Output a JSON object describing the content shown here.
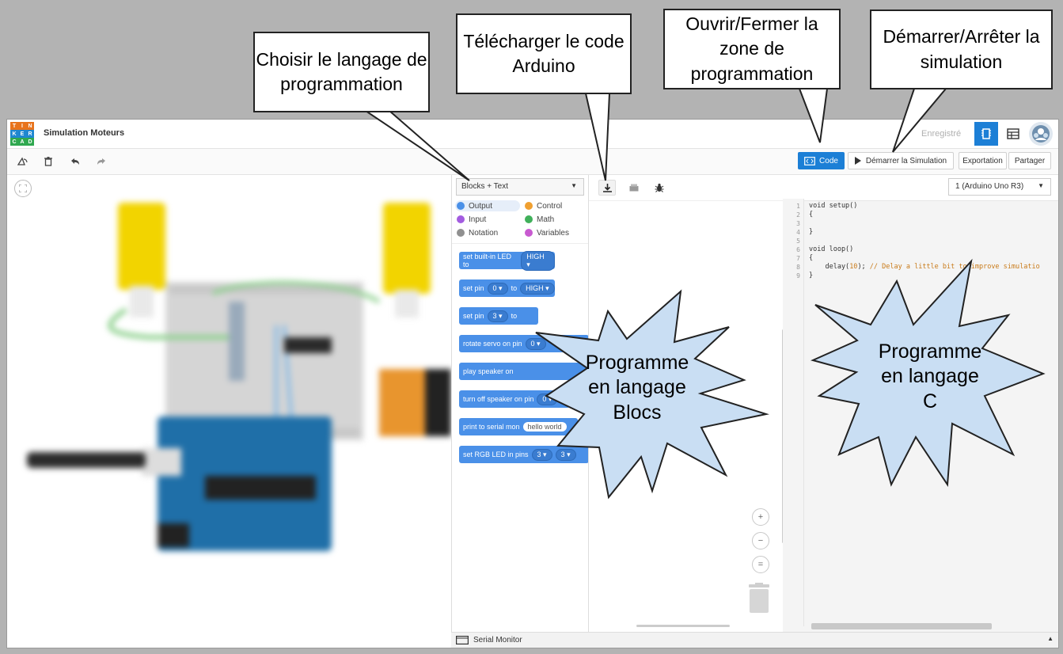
{
  "app": {
    "logo_letters": [
      "T",
      "I",
      "N",
      "K",
      "E",
      "R",
      "C",
      "A",
      "D"
    ],
    "project_title": "Simulation Moteurs",
    "saved_status": "Enregistré",
    "colors": {
      "accent": "#1c7fd6",
      "block_blue": "#4a90e8",
      "logo_orange": "#e8731c",
      "logo_blue": "#1f87d0",
      "logo_green": "#2fa84f"
    }
  },
  "toolbar": {
    "icons": [
      "rotate-icon",
      "trash-icon",
      "undo-icon",
      "redo-icon"
    ],
    "code_label": "Code",
    "start_sim_label": "Démarrer la Simulation",
    "export_label": "Exportation",
    "share_label": "Partager"
  },
  "blocks_panel": {
    "language_select": "Blocks + Text",
    "categories": [
      {
        "label": "Output",
        "color": "#4a90e8"
      },
      {
        "label": "Control",
        "color": "#f0a030"
      },
      {
        "label": "Input",
        "color": "#a35ce0"
      },
      {
        "label": "Math",
        "color": "#40b05a"
      },
      {
        "label": "Notation",
        "color": "#909090"
      },
      {
        "label": "Variables",
        "color": "#c85ad0"
      }
    ],
    "blocks": {
      "b1_text": "set built-in LED to",
      "b1_val": "HIGH ▾",
      "b2_text": "set pin",
      "b2_pin": "0 ▾",
      "b2_to": "to",
      "b2_val": "HIGH ▾",
      "b3_text": "set pin",
      "b3_pin": "3 ▾",
      "b3_to": "to",
      "b4_text": "rotate servo on pin",
      "b4_pin": "0 ▾",
      "b5_text": "play speaker on",
      "b6_text": "turn off speaker on pin",
      "b6_pin": "0 ▾",
      "b7_text": "print to serial mon",
      "b7_val": "hello world",
      "b8_text": "set RGB LED in pins",
      "b8_p1": "3 ▾",
      "b8_p2": "3 ▾"
    }
  },
  "workspace": {
    "tools": [
      "download-icon",
      "library-icon",
      "bug-icon"
    ],
    "zoom": [
      "+",
      "−",
      "="
    ]
  },
  "code_panel": {
    "board_select": "1 (Arduino Uno R3)",
    "line_numbers": [
      "1",
      "2",
      "3",
      "4",
      "5",
      "6",
      "7",
      "8",
      "9"
    ],
    "lines": {
      "l1": "void setup()",
      "l2": "{",
      "l4": "}",
      "l6": "void loop()",
      "l7": "{",
      "l8_a": "    delay(",
      "l8_num": "10",
      "l8_b": "); ",
      "l8_cmt": "// Delay a little bit to improve simulatio",
      "l9": "}"
    }
  },
  "serial_monitor_label": "Serial Monitor",
  "annotations": {
    "choose_lang": "Choisir le langage de programmation",
    "download": "Télécharger le code Arduino",
    "open_close": "Ouvrir/Fermer la zone de programmation",
    "start_stop": "Démarrer/Arrêter la simulation",
    "blocks_prog_1": "Programme",
    "blocks_prog_2": "en langage",
    "blocks_prog_3": "Blocs",
    "c_prog_1": "Programme",
    "c_prog_2": "en langage",
    "c_prog_3": "C"
  }
}
